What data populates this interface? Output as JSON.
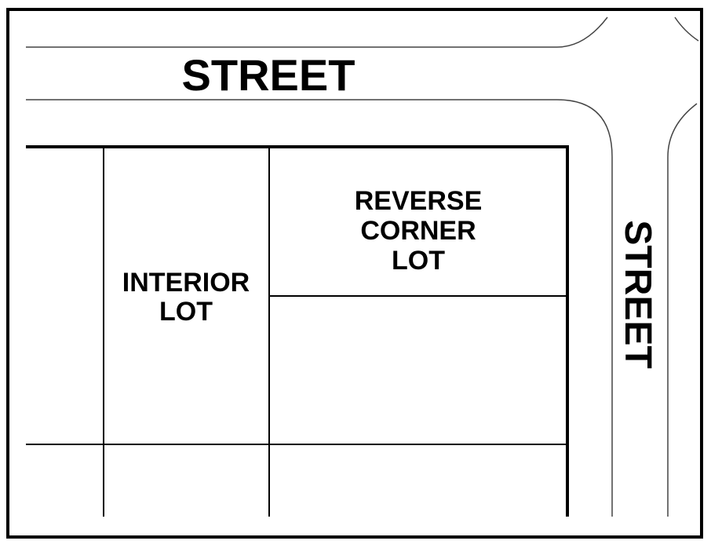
{
  "colors": {
    "line": "#000000",
    "background": "#ffffff"
  },
  "streets": {
    "horizontal": "STREET",
    "vertical": "STREET"
  },
  "lots": {
    "interior": {
      "line1": "INTERIOR",
      "line2": "LOT"
    },
    "reverse_corner": {
      "line1": "REVERSE",
      "line2": "CORNER",
      "line3": "LOT"
    }
  }
}
